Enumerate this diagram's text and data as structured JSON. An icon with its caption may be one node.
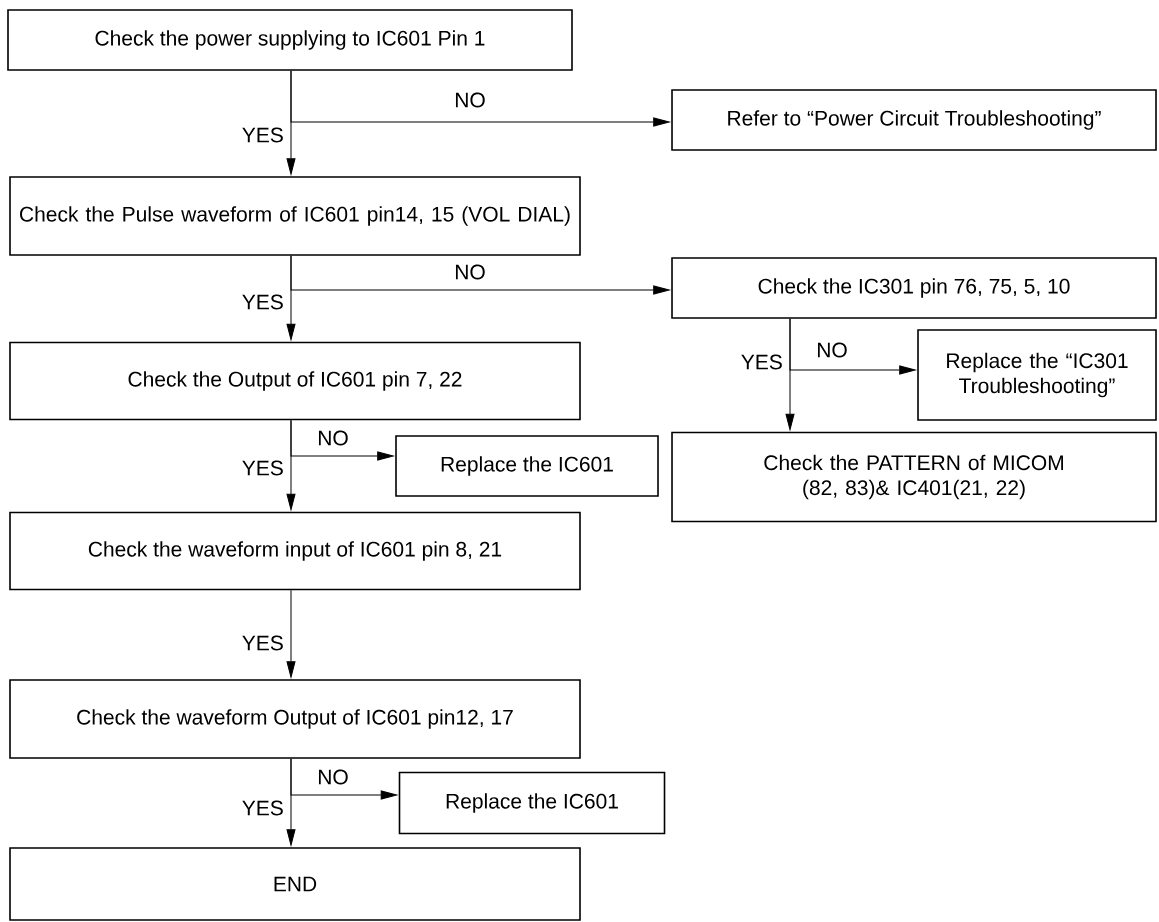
{
  "diagram": {
    "nodes": [
      {
        "text": [
          "Check the power supplying to IC601 Pin 1"
        ]
      },
      {
        "text": [
          "Refer to “Power Circuit Troubleshooting”"
        ]
      },
      {
        "text": [
          "Check the Pulse waveform of IC601 pin14, 15 (VOL DIAL)"
        ]
      },
      {
        "text": [
          "Check the IC301 pin 76, 75, 5, 10"
        ]
      },
      {
        "text": [
          "Check the Output of IC601 pin 7, 22"
        ]
      },
      {
        "text": [
          "Replace the IC601"
        ]
      },
      {
        "text": [
          "Replace the “IC301 Troubleshooting”"
        ]
      },
      {
        "text": [
          "Check the PATTERN of MICOM (82, 83)& IC401(21, 22)"
        ]
      },
      {
        "text": [
          "Check the waveform input of IC601 pin 8, 21"
        ]
      },
      {
        "text": [
          "Check the waveform Output of IC601 pin12, 17"
        ]
      },
      {
        "text": [
          "Replace the IC601"
        ]
      },
      {
        "text": [
          "END"
        ]
      }
    ],
    "edges": [
      {
        "from": 0,
        "to": 1,
        "arrow": "to",
        "label": "NO"
      },
      {
        "from": 0,
        "to": 2,
        "arrow": "to",
        "label": "YES"
      },
      {
        "from": 2,
        "to": 3,
        "arrow": "to",
        "label": "NO"
      },
      {
        "from": 2,
        "to": 4,
        "arrow": "to",
        "label": "YES"
      },
      {
        "from": 3,
        "to": 6,
        "arrow": "to",
        "label": "NO"
      },
      {
        "from": 3,
        "to": 7,
        "arrow": "to",
        "label": "YES"
      },
      {
        "from": 4,
        "to": 5,
        "arrow": "to",
        "label": "NO"
      },
      {
        "from": 4,
        "to": 8,
        "arrow": "to",
        "label": "YES"
      },
      {
        "from": 8,
        "to": 9,
        "arrow": "to",
        "label": "YES"
      },
      {
        "from": 9,
        "to": 10,
        "arrow": "to",
        "label": "NO"
      },
      {
        "from": 9,
        "to": 11,
        "arrow": "to",
        "label": "YES"
      }
    ]
  }
}
